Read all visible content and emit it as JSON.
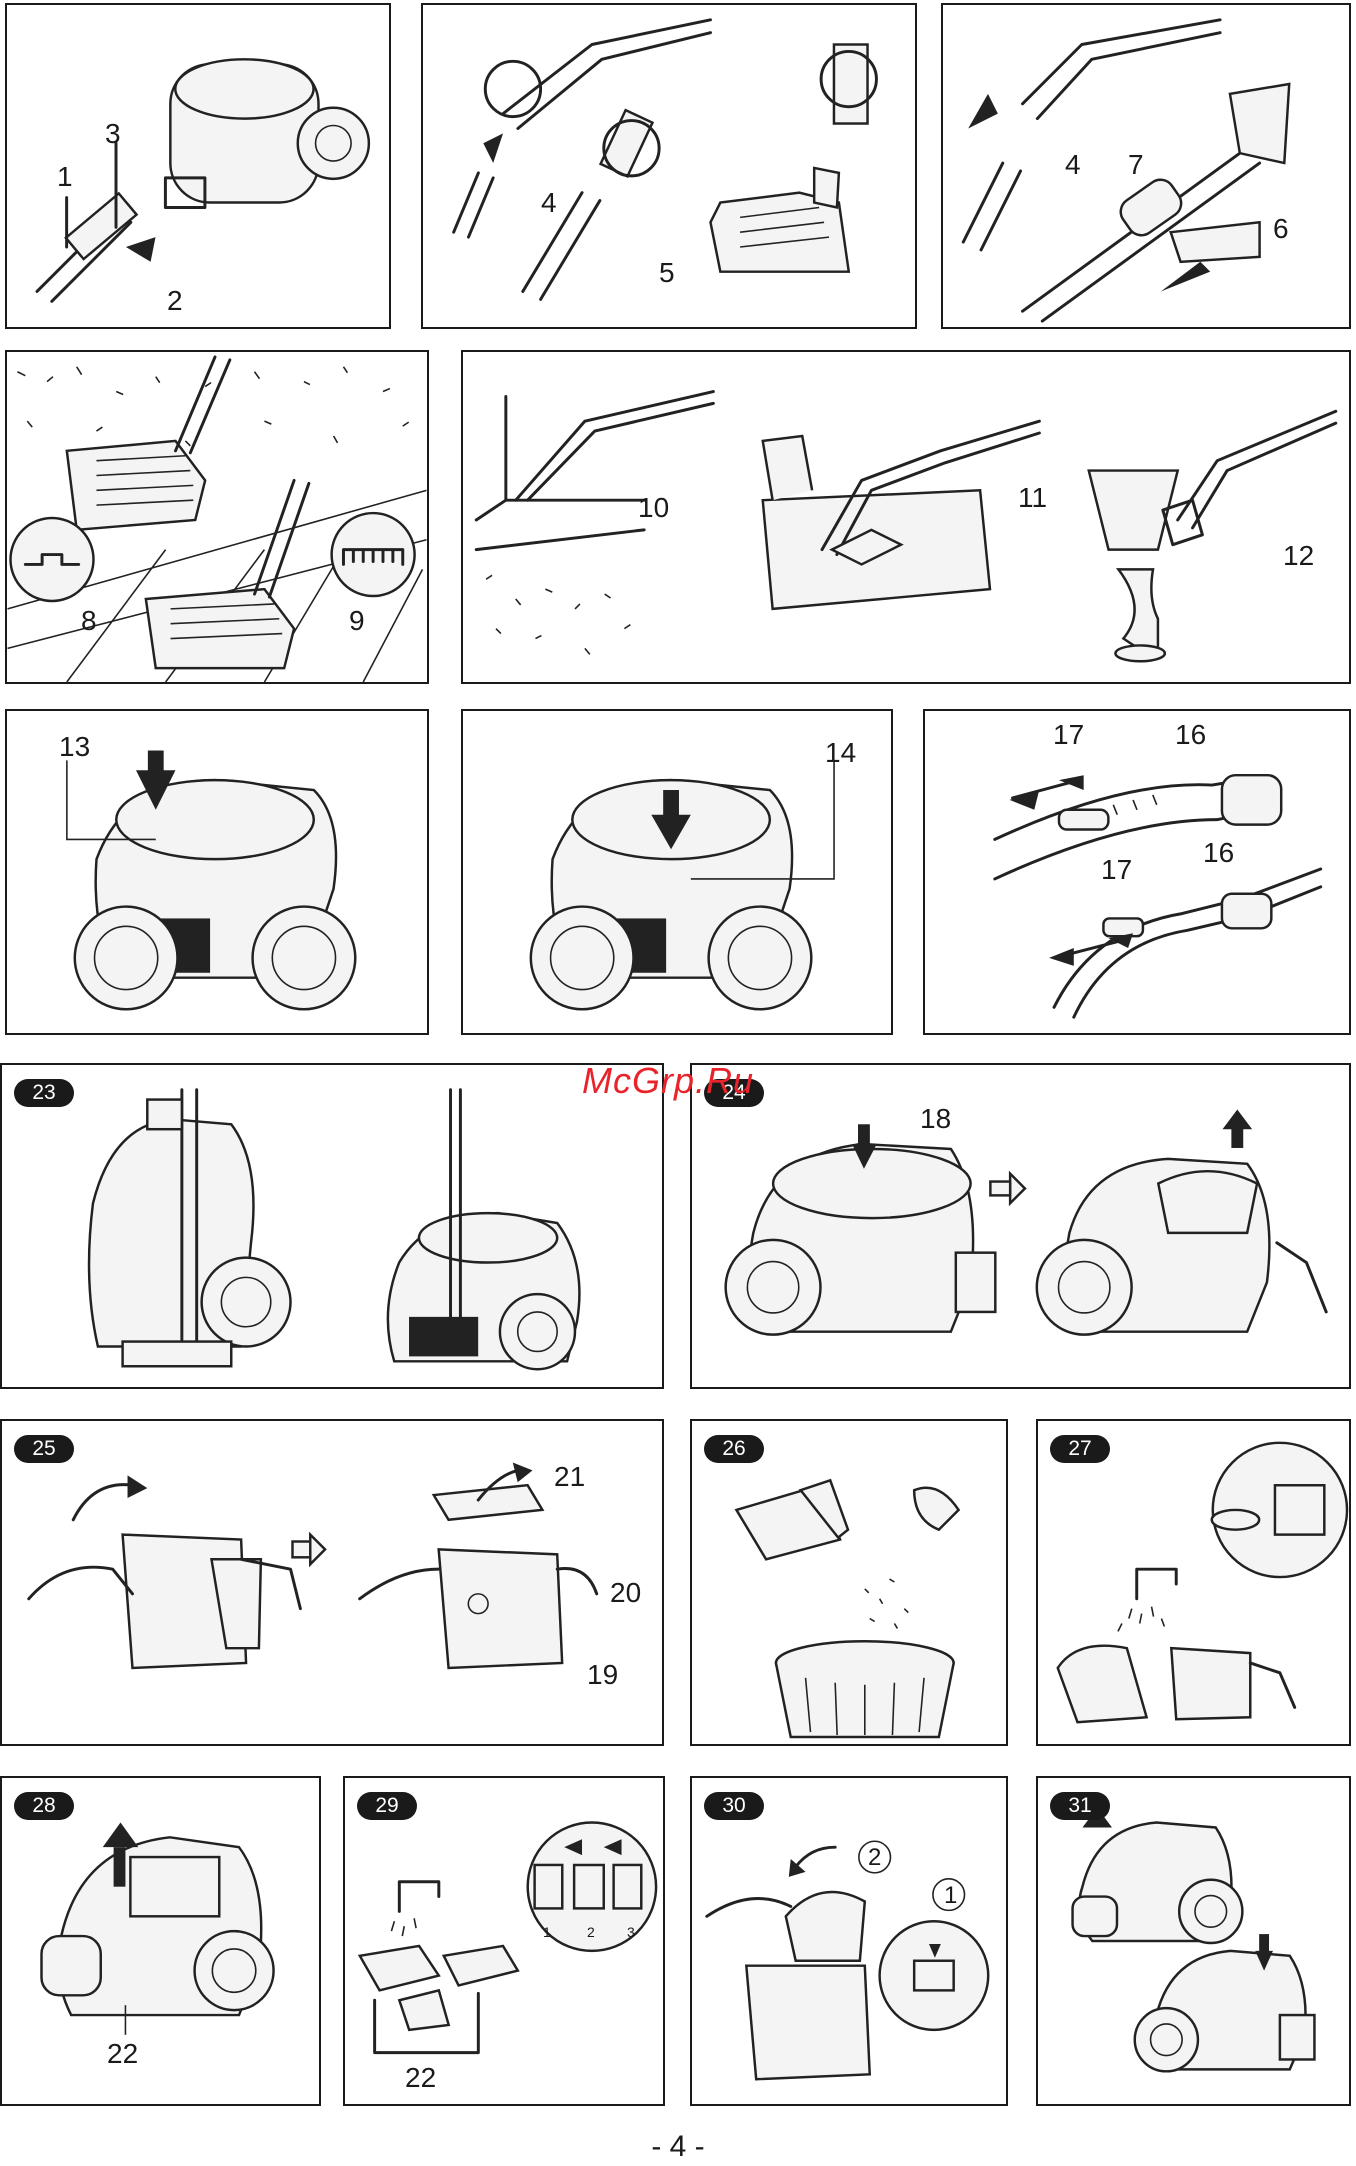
{
  "watermark": "McGrp.Ru",
  "page_number": "- 4 -",
  "panels": {
    "p1": {
      "labels": [
        "1",
        "3",
        "2"
      ]
    },
    "p2": {
      "labels": [
        "4",
        "5"
      ]
    },
    "p3": {
      "labels": [
        "4",
        "7",
        "6"
      ]
    },
    "p4": {
      "labels": [
        "8",
        "9"
      ]
    },
    "p5": {
      "labels": [
        "10",
        "11",
        "12"
      ]
    },
    "p6": {
      "labels": [
        "13"
      ]
    },
    "p7": {
      "labels": [
        "14"
      ]
    },
    "p8": {
      "labels": [
        "17",
        "16",
        "17",
        "16"
      ]
    },
    "p23": {
      "badge": "23"
    },
    "p24": {
      "badge": "24",
      "labels": [
        "18"
      ]
    },
    "p25": {
      "badge": "25",
      "labels": [
        "21",
        "20",
        "19"
      ]
    },
    "p26": {
      "badge": "26"
    },
    "p27": {
      "badge": "27"
    },
    "p28": {
      "badge": "28",
      "labels": [
        "22"
      ]
    },
    "p29": {
      "badge": "29",
      "labels": [
        "22"
      ],
      "steps": [
        "1",
        "2",
        "3"
      ]
    },
    "p30": {
      "badge": "30",
      "labels": [
        "2",
        "1"
      ]
    },
    "p31": {
      "badge": "31"
    }
  }
}
